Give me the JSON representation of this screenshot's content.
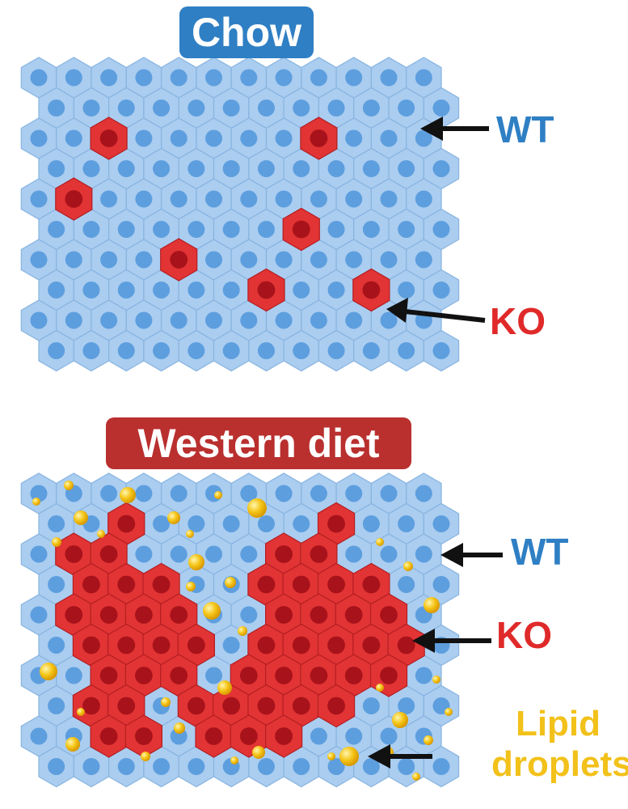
{
  "panels": [
    {
      "title": "Chow",
      "labels": {
        "wt": "WT",
        "ko": "KO"
      }
    },
    {
      "title": "Western diet",
      "labels": {
        "wt": "WT",
        "ko": "KO",
        "lipid": "Lipid droplets"
      }
    }
  ],
  "colors": {
    "wt_cell": "#aacdf0",
    "wt_nucleus": "#5d9ede",
    "ko_cell": "#e23434",
    "ko_nucleus": "#a8121b",
    "lipid": "#f5c518",
    "chow_badge": "#2f7fc4",
    "western_badge": "#b9302f",
    "arrow": "#111111"
  }
}
